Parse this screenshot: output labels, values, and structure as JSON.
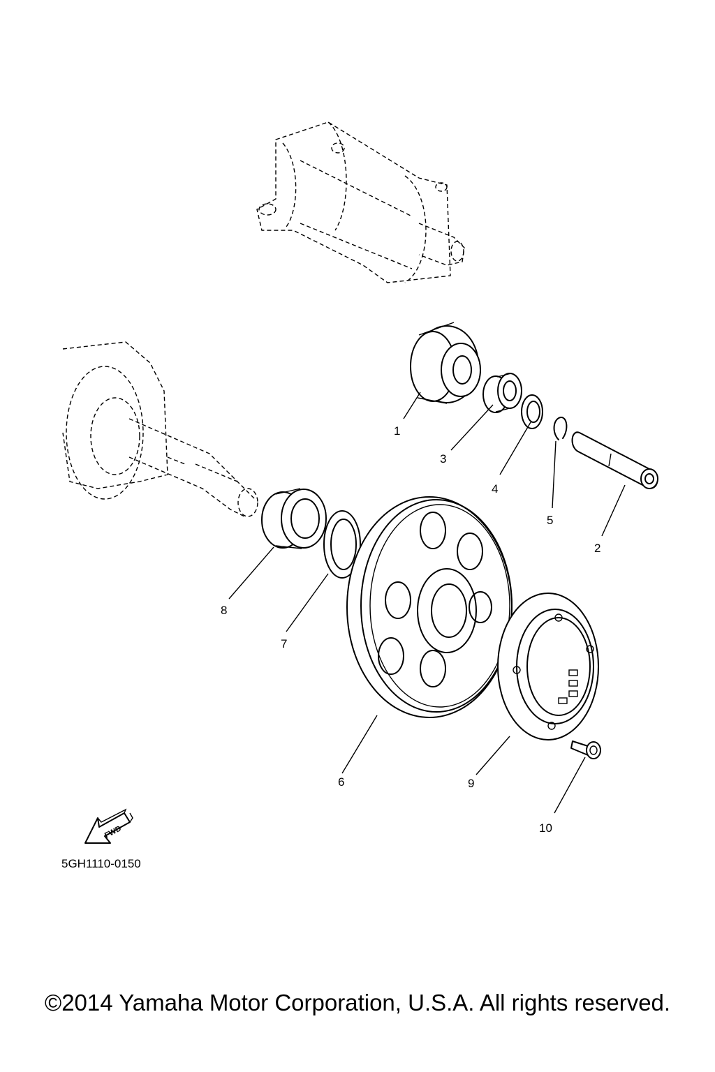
{
  "callouts": {
    "c1": "1",
    "c2": "2",
    "c3": "3",
    "c4": "4",
    "c5": "5",
    "c6": "6",
    "c7": "7",
    "c8": "8",
    "c9": "9",
    "c10": "10"
  },
  "fwd_label": "FWD",
  "diagram_code": "5GH1110-0150",
  "copyright": "©2014 Yamaha Motor Corporation, U.S.A. All rights reserved."
}
